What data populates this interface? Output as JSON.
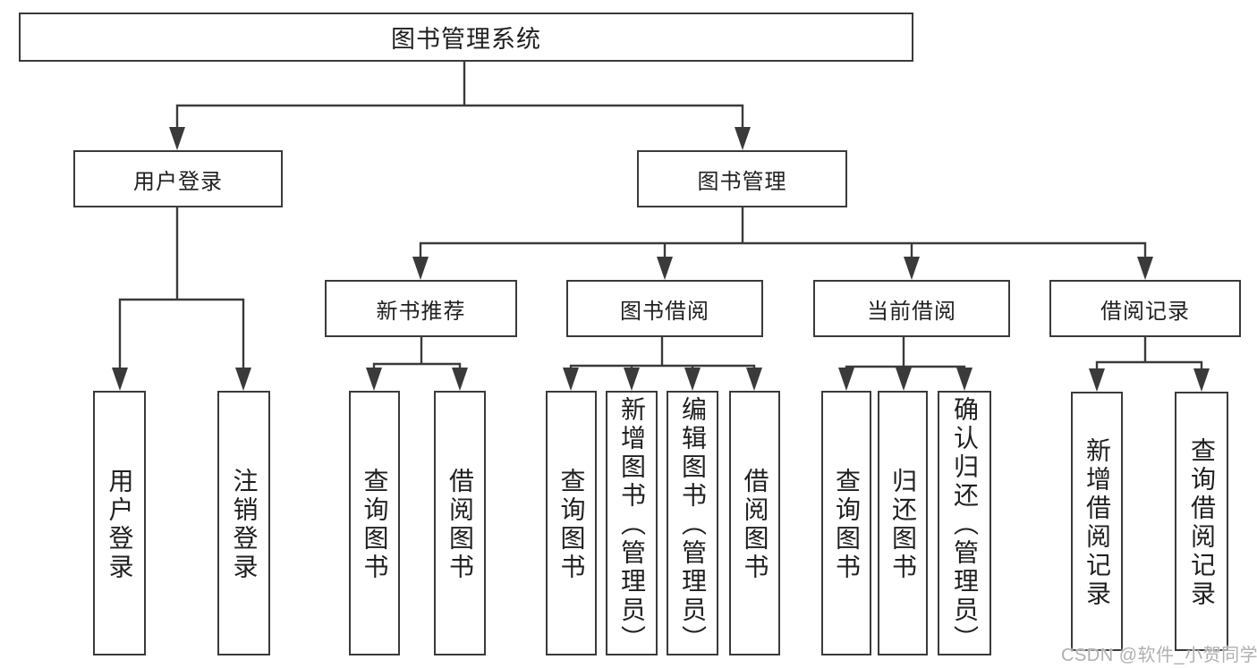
{
  "diagram": {
    "root_label": "图书管理系统",
    "level2": {
      "user_login": "用户登录",
      "book_management": "图书管理"
    },
    "level3": {
      "new_book_recommend": "新书推荐",
      "book_borrow": "图书借阅",
      "current_borrow": "当前借阅",
      "borrow_record": "借阅记录"
    },
    "leaves": {
      "user_login": [
        "用户登录",
        "注销登录"
      ],
      "new_book_recommend": [
        "查询图书",
        "借阅图书"
      ],
      "book_borrow": [
        "查询图书",
        "新增图书（管理员）",
        "编辑图书（管理员）",
        "借阅图书"
      ],
      "current_borrow": [
        "查询图书",
        "归还图书",
        "确认归还（管理员）"
      ],
      "borrow_record": [
        "新增借阅记录",
        "查询借阅记录"
      ]
    }
  },
  "watermark": {
    "text": "CSDN @软件_小贺同学"
  },
  "colors": {
    "line": "#3a3a3a",
    "box_border": "#3a3a3a",
    "text": "#1f1f1f",
    "watermark": "#b0b0b0",
    "background": "#ffffff"
  }
}
